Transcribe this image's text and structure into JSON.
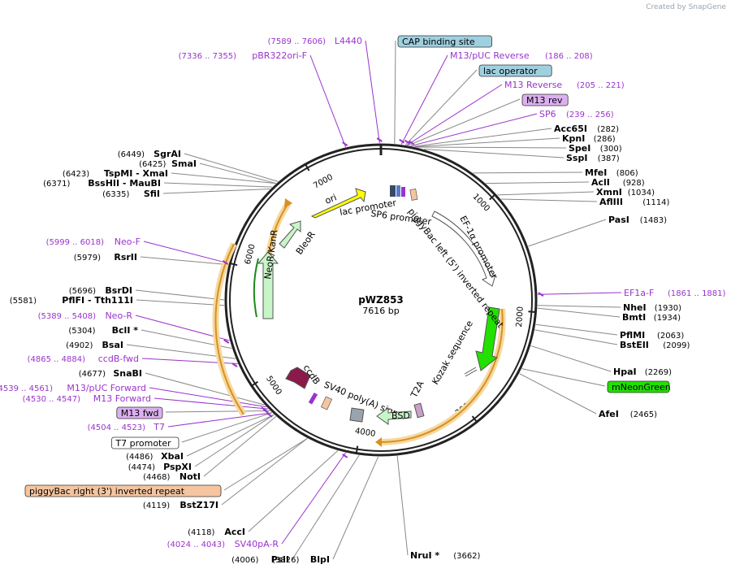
{
  "credit": "Created by SnapGene",
  "plasmid": {
    "name": "pWZ853",
    "length": "7616 bp"
  },
  "colors": {
    "backbone": "#222222",
    "primer": "#9a33cc",
    "line": "#888888",
    "ori": "#ffff00",
    "bleo": "#c8f5c8",
    "neo": "#c8f5c8",
    "ef1a": "#ffffff",
    "mneon": "#22e000",
    "bsd": "#c8f5c8",
    "ccdb": "#8b1a4a",
    "sv40": "#9aa4ad",
    "pbR": "#f5c5a0",
    "orf": "#d89020",
    "labelbox_blue": "#9fd0e0",
    "labelbox_purple": "#dcb0f0",
    "labelbox_peach": "#f5c5a0",
    "labelbox_green": "#22e000"
  },
  "ticks": [
    "1000",
    "2000",
    "3000",
    "4000",
    "5000",
    "6000",
    "7000"
  ],
  "features": {
    "ori": "ori",
    "bleo": "BleoR",
    "neo": "NeoR/KanR",
    "ccdb": "ccdB",
    "sv40": "SV40 poly(A) signal",
    "bsd": "BSD",
    "t2a": "T2A",
    "kozak": "Kozak sequence",
    "ef1a": "EF-1α promoter",
    "pbleft": "piggyBac left (5') inverted repeat",
    "lac": "lac promoter",
    "sp6": "SP6 promoter"
  },
  "right_labels": [
    {
      "type": "box",
      "text": "CAP binding site",
      "color": "blue"
    },
    {
      "type": "primer",
      "text": "M13/pUC Reverse",
      "pos": "(186 .. 208)"
    },
    {
      "type": "box",
      "text": "lac operator",
      "color": "blue"
    },
    {
      "type": "primer",
      "text": "M13 Reverse",
      "pos": "(205 .. 221)"
    },
    {
      "type": "box",
      "text": "M13 rev",
      "color": "purple"
    },
    {
      "type": "primer",
      "text": "SP6",
      "pos": "(239 .. 256)"
    },
    {
      "type": "site",
      "text": "Acc65I",
      "pos": "(282)"
    },
    {
      "type": "site",
      "text": "KpnI",
      "pos": "(286)"
    },
    {
      "type": "site",
      "text": "SpeI",
      "pos": "(300)"
    },
    {
      "type": "site",
      "text": "SspI",
      "pos": "(387)"
    },
    {
      "type": "site",
      "text": "MfeI",
      "pos": "(806)"
    },
    {
      "type": "site",
      "text": "AclI",
      "pos": "(928)"
    },
    {
      "type": "site",
      "text": "XmnI",
      "pos": "(1034)"
    },
    {
      "type": "site",
      "text": "AflIII",
      "pos": "(1114)"
    },
    {
      "type": "site",
      "text": "PasI",
      "pos": "(1483)"
    },
    {
      "type": "primer",
      "text": "EF1a-F",
      "pos": "(1861 .. 1881)"
    },
    {
      "type": "site",
      "text": "NheI",
      "pos": "(1930)"
    },
    {
      "type": "site",
      "text": "BmtI",
      "pos": "(1934)"
    },
    {
      "type": "site",
      "text": "PflMI",
      "pos": "(2063)"
    },
    {
      "type": "site",
      "text": "BstEII",
      "pos": "(2099)"
    },
    {
      "type": "site",
      "text": "HpaI",
      "pos": "(2269)"
    },
    {
      "type": "box",
      "text": "mNeonGreen",
      "color": "green"
    },
    {
      "type": "site",
      "text": "AfeI",
      "pos": "(2465)"
    },
    {
      "type": "site",
      "text": "NruI *",
      "pos": "(3662)"
    }
  ],
  "left_labels": [
    {
      "type": "primer",
      "text": "L4440",
      "pos": "(7589 .. 7606)"
    },
    {
      "type": "primer",
      "text": "pBR322ori-F",
      "pos": "(7336 .. 7355)"
    },
    {
      "type": "site",
      "text": "SgrAI",
      "pos": "(6449)"
    },
    {
      "type": "site",
      "text": "SmaI",
      "pos": "(6425)"
    },
    {
      "type": "site",
      "text": "TspMI - XmaI",
      "pos": "(6423)"
    },
    {
      "type": "site",
      "text": "BssHII - MauBI",
      "pos": "(6371)"
    },
    {
      "type": "site",
      "text": "SfiI",
      "pos": "(6335)"
    },
    {
      "type": "primer",
      "text": "Neo-F",
      "pos": "(5999 .. 6018)"
    },
    {
      "type": "site",
      "text": "RsrII",
      "pos": "(5979)"
    },
    {
      "type": "site",
      "text": "BsrDI",
      "pos": "(5696)"
    },
    {
      "type": "site",
      "text": "PflFI - Tth111I",
      "pos": "(5581)"
    },
    {
      "type": "primer",
      "text": "Neo-R",
      "pos": "(5389 .. 5408)"
    },
    {
      "type": "site",
      "text": "BclI *",
      "pos": "(5304)"
    },
    {
      "type": "site",
      "text": "BsaI",
      "pos": "(4902)"
    },
    {
      "type": "primer",
      "text": "ccdB-fwd",
      "pos": "(4865 .. 4884)"
    },
    {
      "type": "site",
      "text": "SnaBI",
      "pos": "(4677)"
    },
    {
      "type": "primer",
      "text": "M13/pUC Forward",
      "pos": "(4539 .. 4561)"
    },
    {
      "type": "primer",
      "text": "M13 Forward",
      "pos": "(4530 .. 4547)"
    },
    {
      "type": "box",
      "text": "M13 fwd",
      "color": "purple"
    },
    {
      "type": "primer",
      "text": "T7",
      "pos": "(4504 .. 4523)"
    },
    {
      "type": "box",
      "text": "T7 promoter",
      "color": "white"
    },
    {
      "type": "site",
      "text": "XbaI",
      "pos": "(4486)"
    },
    {
      "type": "site",
      "text": "PspXI",
      "pos": "(4474)"
    },
    {
      "type": "site",
      "text": "NotI",
      "pos": "(4468)"
    },
    {
      "type": "box",
      "text": "piggyBac right (3') inverted repeat",
      "color": "peach"
    },
    {
      "type": "site",
      "text": "BstZ17I",
      "pos": "(4119)"
    },
    {
      "type": "site",
      "text": "AccI",
      "pos": "(4118)"
    },
    {
      "type": "primer",
      "text": "SV40pA-R",
      "pos": "(4024 .. 4043)"
    },
    {
      "type": "site",
      "text": "PsiI",
      "pos": "(4006)"
    },
    {
      "type": "site",
      "text": "BlpI",
      "pos": "(3826)"
    }
  ]
}
